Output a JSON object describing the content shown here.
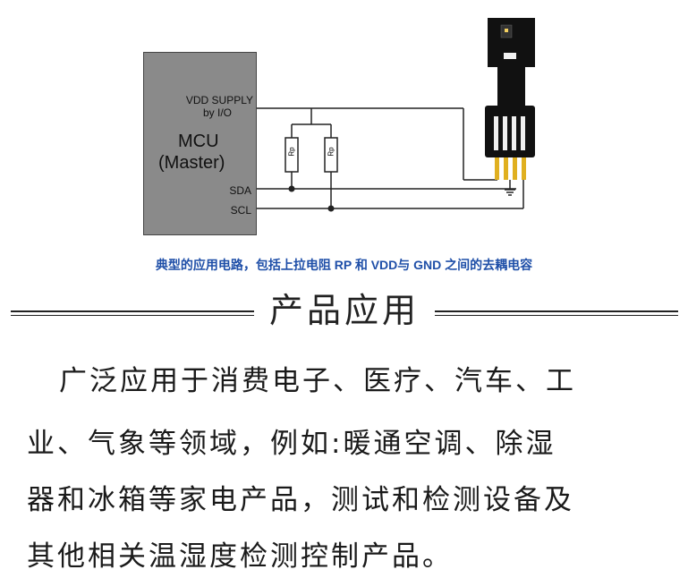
{
  "diagram": {
    "mcu": {
      "pin_vdd_line1": "VDD SUPPLY",
      "pin_vdd_line2": "by I/O",
      "title_line1": "MCU",
      "title_line2": "(Master)",
      "pin_sda": "SDA",
      "pin_scl": "SCL"
    },
    "resistor_label": "Rp",
    "caption": "典型的应用电路，包括上拉电阻 RP 和 VDD与 GND 之间的去耦电容"
  },
  "section": {
    "title": "产品应用"
  },
  "body": {
    "lines": [
      "广泛应用于消费电子、医疗、汽车、工",
      "业、气象等领域，例如:暖通空调、除湿",
      "器和冰箱等家电产品，测试和检测设备及",
      "其他相关温湿度检测控制产品。"
    ]
  },
  "colors": {
    "caption": "#1f4fa8",
    "mcu_fill": "#8a8a8a",
    "sensor_board": "#111111",
    "sensor_pins": "#e0b020"
  }
}
